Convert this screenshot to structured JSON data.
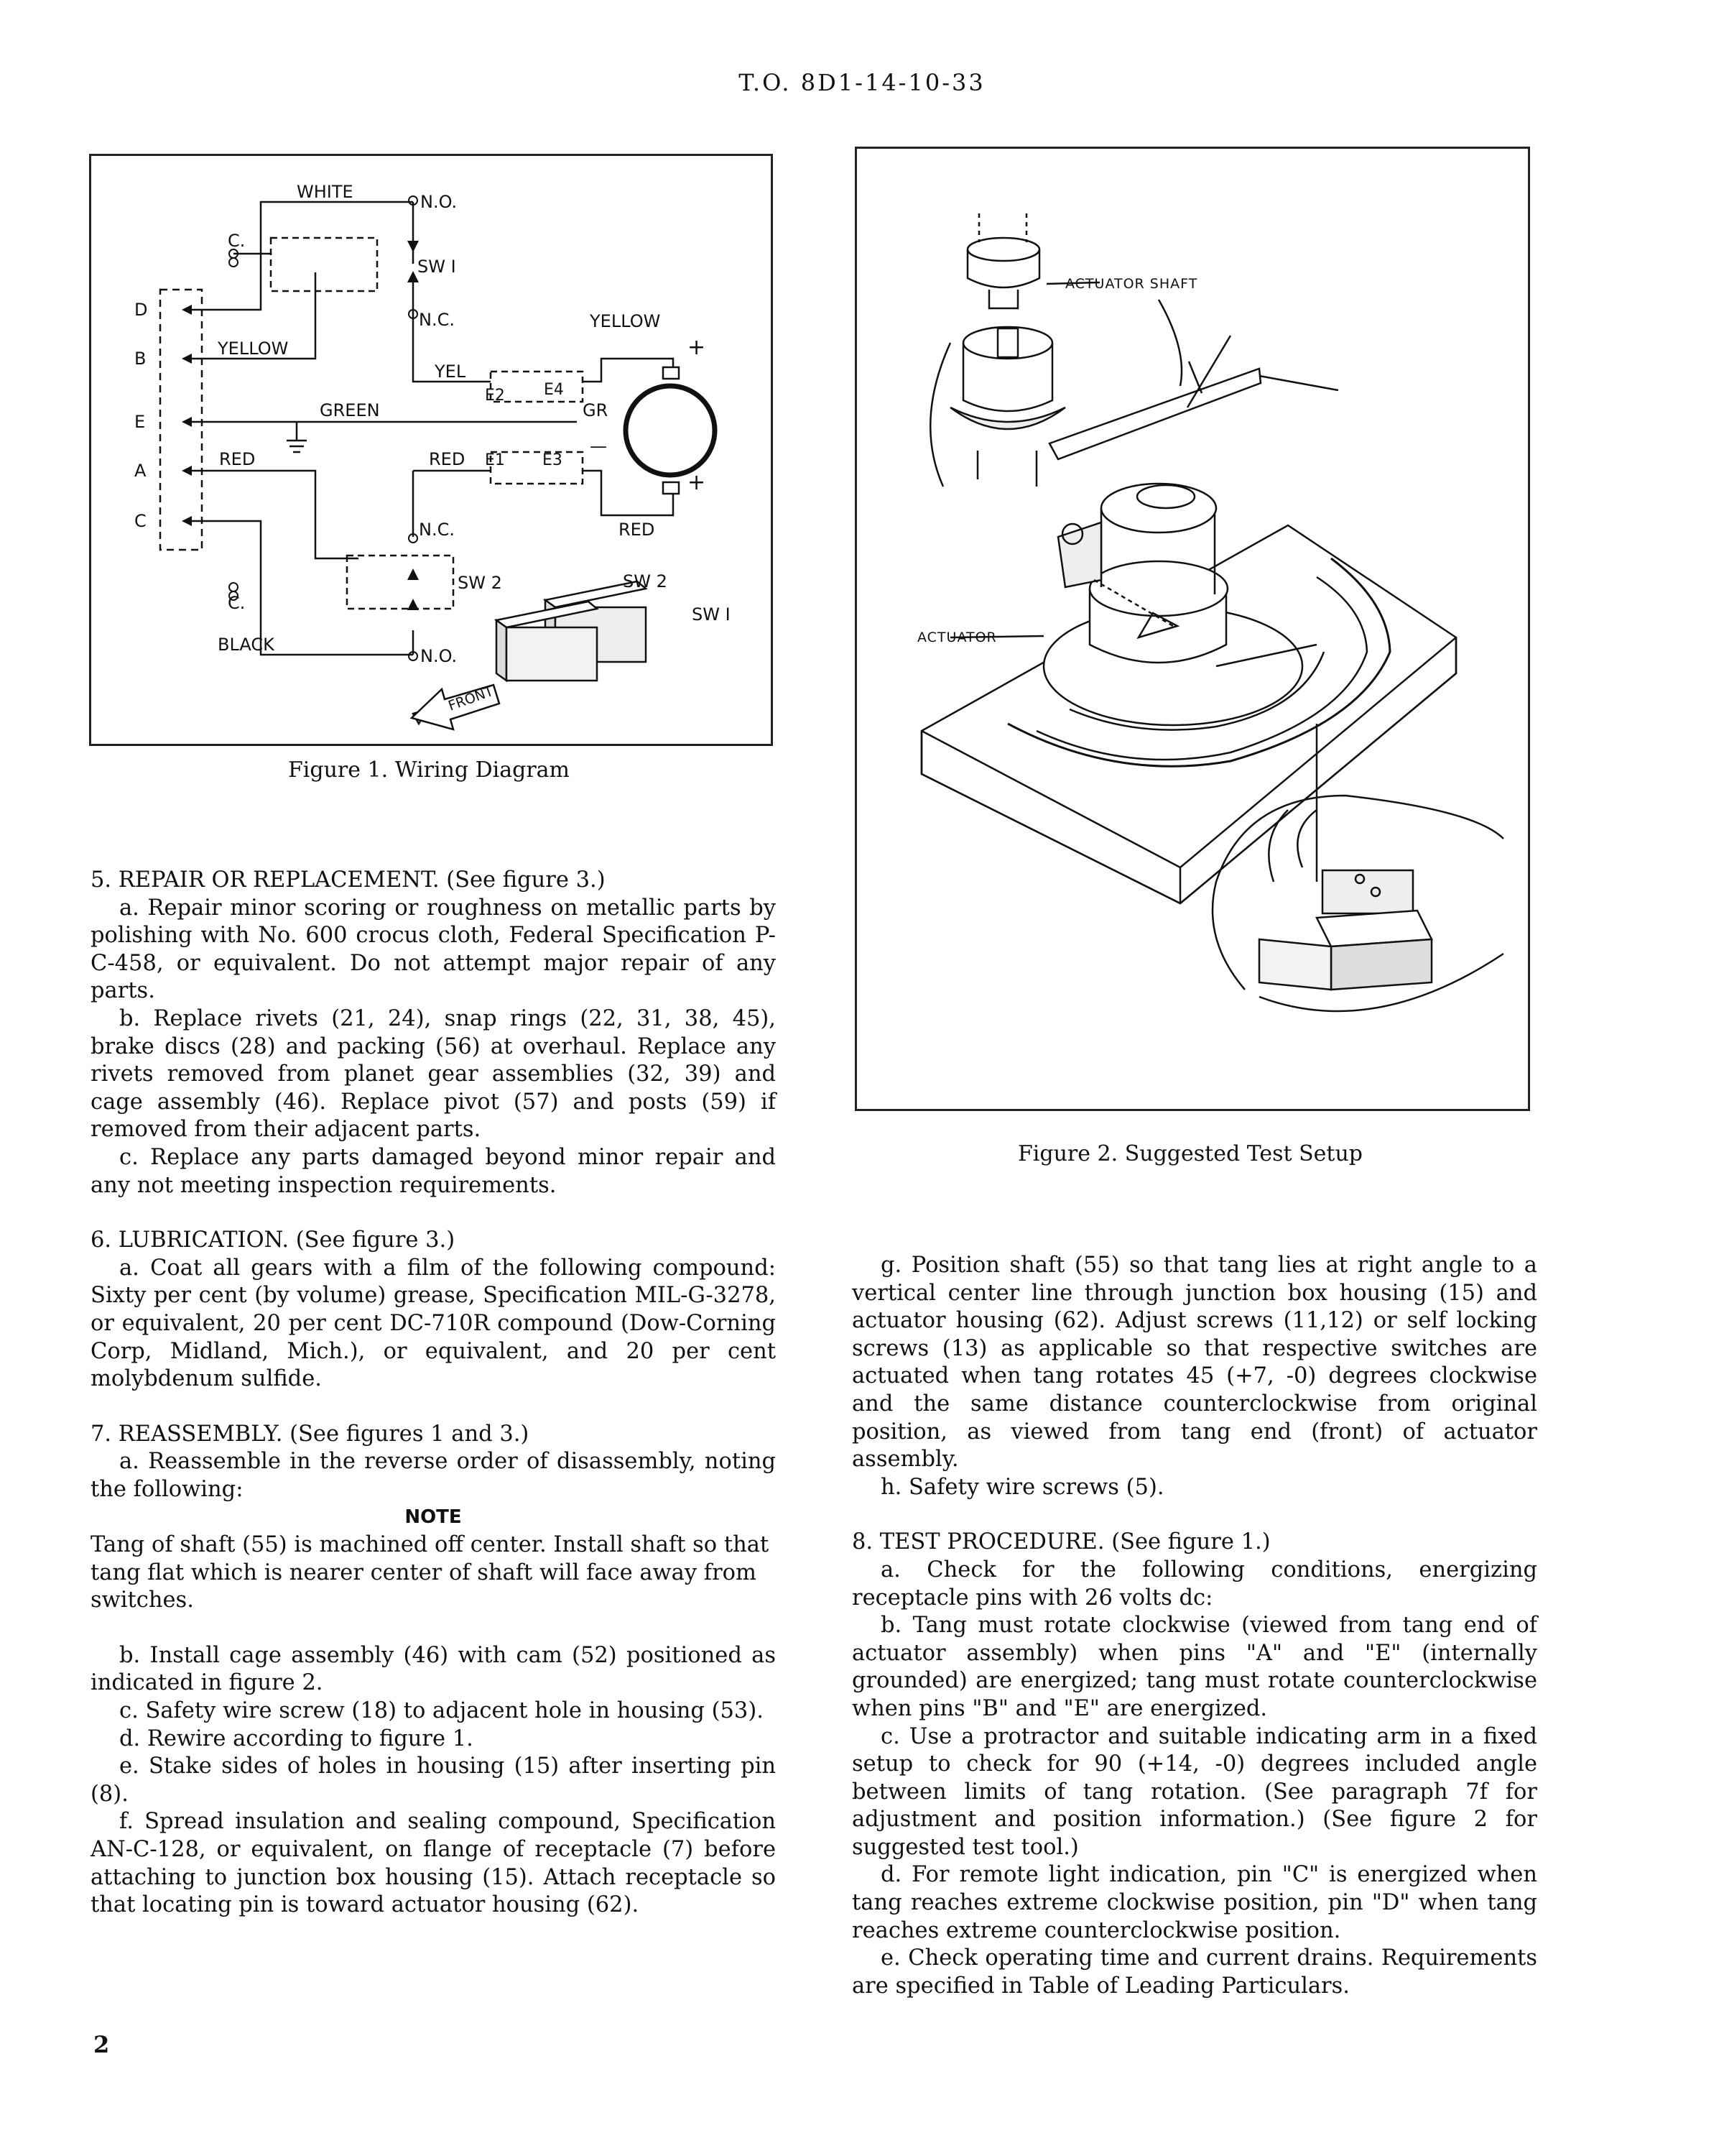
{
  "header": {
    "to_number": "T.O. 8D1-14-10-33"
  },
  "figure1": {
    "caption": "Figure 1.  Wiring Diagram",
    "labels": {
      "white": "WHITE",
      "no_top": "N.O.",
      "c_top": "C.",
      "sw1": "SW I",
      "nc_top": "N.C.",
      "yellow_right": "YELLOW",
      "plus_top": "+",
      "d": "D",
      "b": "B",
      "e": "E",
      "a": "A",
      "c": "C",
      "yellow_left": "YELLOW",
      "yel": "YEL",
      "e2": "E2",
      "e4": "E4",
      "green": "GREEN",
      "gr": "GR",
      "red_left": "RED",
      "red_mid": "RED",
      "e1": "E1",
      "e3": "E3",
      "minus": "—",
      "plus_bottom": "+",
      "nc_bottom": "N.C.",
      "red_right": "RED",
      "sw2": "SW 2",
      "c_bottom": "C.",
      "black": "BLACK",
      "no_bottom": "N.O.",
      "sw2_iso": "SW 2",
      "sw1_iso": "SW I",
      "front": "FRONT"
    }
  },
  "figure2": {
    "caption": "Figure 2.  Suggested Test Setup",
    "labels": {
      "actuator_shaft": "ACTUATOR SHAFT",
      "actuator": "ACTUATOR"
    }
  },
  "left_column": {
    "s5_head": "5.  REPAIR OR REPLACEMENT.  (See figure 3.)",
    "s5_a": "a.  Repair minor scoring or roughness on metallic parts by polishing with No. 600 crocus cloth, Federal Specification P-C-458, or equivalent.  Do not attempt major repair of any parts.",
    "s5_b": "b.  Replace rivets (21, 24), snap rings (22, 31, 38, 45), brake discs (28) and packing (56) at overhaul. Replace any rivets removed from planet gear assemblies (32, 39) and cage assembly (46).  Replace pivot (57) and posts (59) if removed from their adjacent parts.",
    "s5_c": "c.  Replace any parts damaged beyond minor repair and any not meeting inspection requirements.",
    "s6_head": "6.  LUBRICATION.  (See figure 3.)",
    "s6_a": "a.  Coat all gears with a film of the following compound: Sixty per cent (by volume) grease, Specification MIL-G-3278, or equivalent, 20 per cent DC-710R compound (Dow-Corning Corp, Midland, Mich.), or equivalent, and 20 per cent molybdenum sulfide.",
    "s7_head": "7.  REASSEMBLY.  (See figures 1 and 3.)",
    "s7_a": "a.  Reassemble in the reverse order of disassembly, noting the following:",
    "note_title": "NOTE",
    "note_body": "Tang of shaft (55) is machined off center.  Install shaft so that tang flat which is nearer center of shaft will face away from switches.",
    "s7_b": "b.  Install cage assembly (46) with cam (52) positioned as indicated in figure 2.",
    "s7_c": "c.  Safety wire screw (18) to adjacent hole in housing (53).",
    "s7_d": "d.  Rewire according to figure 1.",
    "s7_e": "e.  Stake sides of holes in housing (15) after inserting pin (8).",
    "s7_f": "f.  Spread insulation and sealing compound, Specification AN-C-128, or equivalent, on flange of receptacle (7) before attaching to junction box housing (15).  Attach receptacle so that locating pin is toward actuator housing (62)."
  },
  "right_column": {
    "s7_g": "g.  Position shaft (55) so that tang lies at right angle to a vertical center line through junction box housing (15) and actuator housing (62).  Adjust screws (11,12) or self locking screws (13) as applicable so that respective switches are actuated when tang rotates 45 (+7, -0) degrees clockwise and the same distance counterclockwise from original position, as viewed from tang end (front) of actuator assembly.",
    "s7_h": "h.  Safety wire screws (5).",
    "s8_head": "8.  TEST PROCEDURE.  (See figure 1.)",
    "s8_a": "a.  Check for the following conditions, energizing receptacle pins with 26 volts dc:",
    "s8_b": "b.  Tang must rotate clockwise (viewed from tang end of actuator assembly) when pins \"A\" and \"E\" (internally grounded) are energized; tang must rotate counterclockwise when pins \"B\" and \"E\" are energized.",
    "s8_c": "c.  Use a protractor and suitable indicating arm in a fixed setup to check for 90 (+14, -0) degrees included angle between limits of tang rotation.  (See paragraph 7f for adjustment and position information.)  (See figure 2 for suggested test tool.)",
    "s8_d": "d.  For remote light indication, pin \"C\" is energized when tang reaches extreme clockwise position, pin \"D\" when tang reaches extreme counterclockwise position.",
    "s8_e": "e.  Check operating time and current drains.  Requirements are specified in Table of Leading Particulars."
  },
  "footer": {
    "page_number": "2"
  }
}
